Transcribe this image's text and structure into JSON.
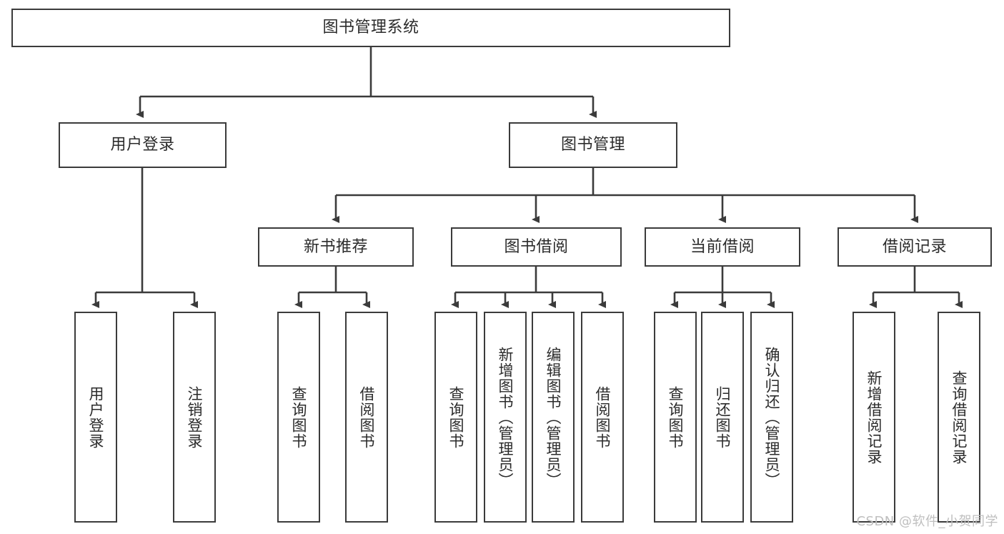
{
  "diagram": {
    "type": "tree-hierarchy",
    "title": "图书管理系统",
    "watermark": "CSDN @软件_小贺同学",
    "colors": {
      "box_border": "#3b3b3b",
      "box_fill": "#ffffff",
      "connector": "#3b3b3b",
      "text": "#2b2b2b",
      "watermark": "#bfbfbf",
      "background": "#ffffff"
    },
    "root": {
      "label": "图书管理系统"
    },
    "level2": [
      {
        "label": "用户登录"
      },
      {
        "label": "图书管理"
      }
    ],
    "level3": [
      {
        "label": "新书推荐"
      },
      {
        "label": "图书借阅"
      },
      {
        "label": "当前借阅"
      },
      {
        "label": "借阅记录"
      }
    ],
    "leaves": {
      "user_login": [
        {
          "label": "用户登录"
        },
        {
          "label": "注销登录"
        }
      ],
      "new_book_recommend": [
        {
          "label": "查询图书"
        },
        {
          "label": "借阅图书"
        }
      ],
      "book_borrow": [
        {
          "label": "查询图书"
        },
        {
          "label": "新增图书（管理员）"
        },
        {
          "label": "编辑图书（管理员）"
        },
        {
          "label": "借阅图书"
        }
      ],
      "current_borrow": [
        {
          "label": "查询图书"
        },
        {
          "label": "归还图书"
        },
        {
          "label": "确认归还（管理员）"
        }
      ],
      "borrow_record": [
        {
          "label": "新增借阅记录"
        },
        {
          "label": "查询借阅记录"
        }
      ]
    }
  }
}
